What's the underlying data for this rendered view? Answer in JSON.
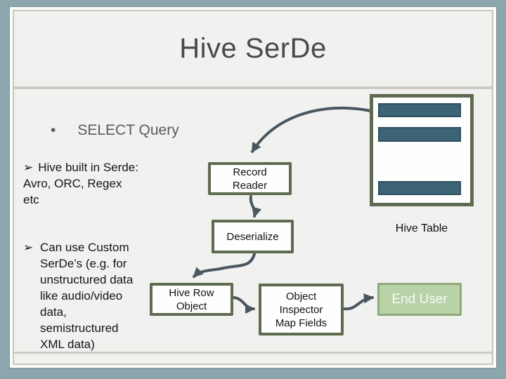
{
  "title": "Hive SerDe",
  "content": {
    "main_bullet": {
      "marker": "•",
      "text": "SELECT Query"
    },
    "sub_bullets": [
      {
        "marker": "➢",
        "text": "Hive built in Serde:\nAvro, ORC, Regex\netc"
      },
      {
        "marker": "➢",
        "text": "Can use Custom\nSerDe’s  (e.g. for\nunstructured data\nlike audio/video\ndata,\nsemistructured\nXML data)"
      }
    ]
  },
  "diagram": {
    "hive_table_label": "Hive Table",
    "nodes": {
      "record_reader": "Record\nReader",
      "deserialize": "Deserialize",
      "hive_row_object": "Hive Row\nObject",
      "object_inspector": "Object\nInspector\nMap Fields",
      "end_user": "End User"
    }
  },
  "colors": {
    "canvas_bg": "#8ba6ad",
    "slide_bg": "#f1f1ef",
    "box_border_olive": "#5f6b50",
    "table_bar_blue": "#3d6376",
    "arrow": "#4a5660",
    "end_user_fill": "#b9d2a8",
    "end_user_border": "#90a97c",
    "title_text": "#4b4947"
  }
}
